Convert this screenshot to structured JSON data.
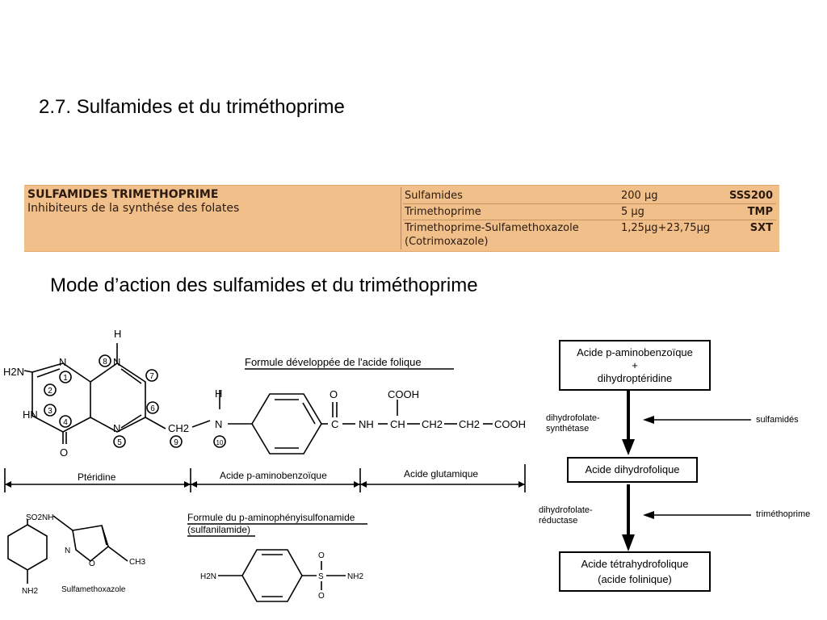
{
  "slide": {
    "title": "2.7. Sulfamides et du triméthoprime",
    "subtitle": "Mode d’action des sulfamides et du triméthoprime"
  },
  "table": {
    "heading": "SULFAMIDES TRIMETHOPRIME",
    "description": "Inhibiteurs de la synthése des folates",
    "rows": [
      {
        "name": "Sulfamides",
        "dose": "200 µg",
        "code": "SSS200"
      },
      {
        "name": "Trimethoprime",
        "dose": "5 µg",
        "code": "TMP"
      },
      {
        "name": "Trimethoprime-Sulfamethoxazole",
        "dose": "1,25µg+23,75µg",
        "code": "SXT"
      }
    ],
    "row3_extra": "(Cotrimoxazole)"
  },
  "chem": {
    "folic_title": "Formule développée de l'acide folique",
    "sulfa_title_1": "Formule du p-aminophényisulfonamide",
    "sulfa_title_2": "(sulfanilamide)",
    "sections": [
      "Ptéridine",
      "Acide p-aminobenzoïque",
      "Acide glutamique"
    ],
    "sulfamethoxazole_label": "Sulfamethoxazole",
    "atoms": {
      "H": "H",
      "N": "N",
      "H2N": "H2N",
      "HN": "HN",
      "O": "O",
      "CH2": "CH2",
      "C": "C",
      "NH": "NH",
      "CH": "CH",
      "COOH": "COOH",
      "S": "S",
      "NH2": "NH2",
      "SO2NH": "SO2NH",
      "CH3": "CH3"
    },
    "numbers": [
      "1",
      "2",
      "3",
      "4",
      "5",
      "6",
      "7",
      "8",
      "9",
      "10"
    ]
  },
  "flow": {
    "box1": [
      "Acide p-aminobenzoïque",
      "+",
      "dihydroptéridine"
    ],
    "enzyme1": [
      "dihydrofolate-",
      "synthétase"
    ],
    "inhibitor1": "sulfamidés",
    "box2": "Acide dihydrofolique",
    "enzyme2": [
      "dihydrofolate-",
      "réductase"
    ],
    "inhibitor2": "triméthoprime",
    "box3": [
      "Acide tétrahydrofolique",
      "(acide folinique)"
    ]
  }
}
